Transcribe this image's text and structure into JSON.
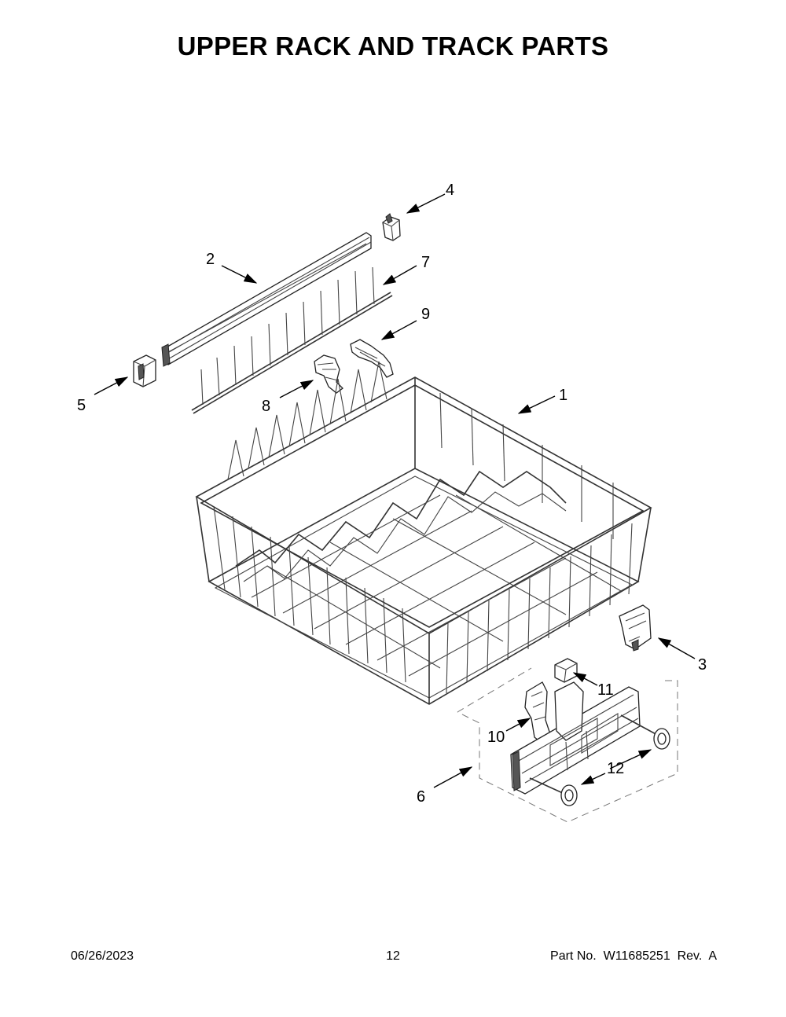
{
  "page": {
    "title": "UPPER RACK AND TRACK PARTS",
    "footer": {
      "date": "06/26/2023",
      "page_number": "12",
      "part_number": "Part No.  W11685251  Rev.  A"
    }
  },
  "callouts": [
    {
      "id": "c1",
      "label": "1"
    },
    {
      "id": "c2",
      "label": "2"
    },
    {
      "id": "c3",
      "label": "3"
    },
    {
      "id": "c4",
      "label": "4"
    },
    {
      "id": "c5",
      "label": "5"
    },
    {
      "id": "c6",
      "label": "6"
    },
    {
      "id": "c7",
      "label": "7"
    },
    {
      "id": "c8",
      "label": "8"
    },
    {
      "id": "c9",
      "label": "9"
    },
    {
      "id": "c10",
      "label": "10"
    },
    {
      "id": "c11",
      "label": "11"
    },
    {
      "id": "c12",
      "label": "12"
    }
  ]
}
